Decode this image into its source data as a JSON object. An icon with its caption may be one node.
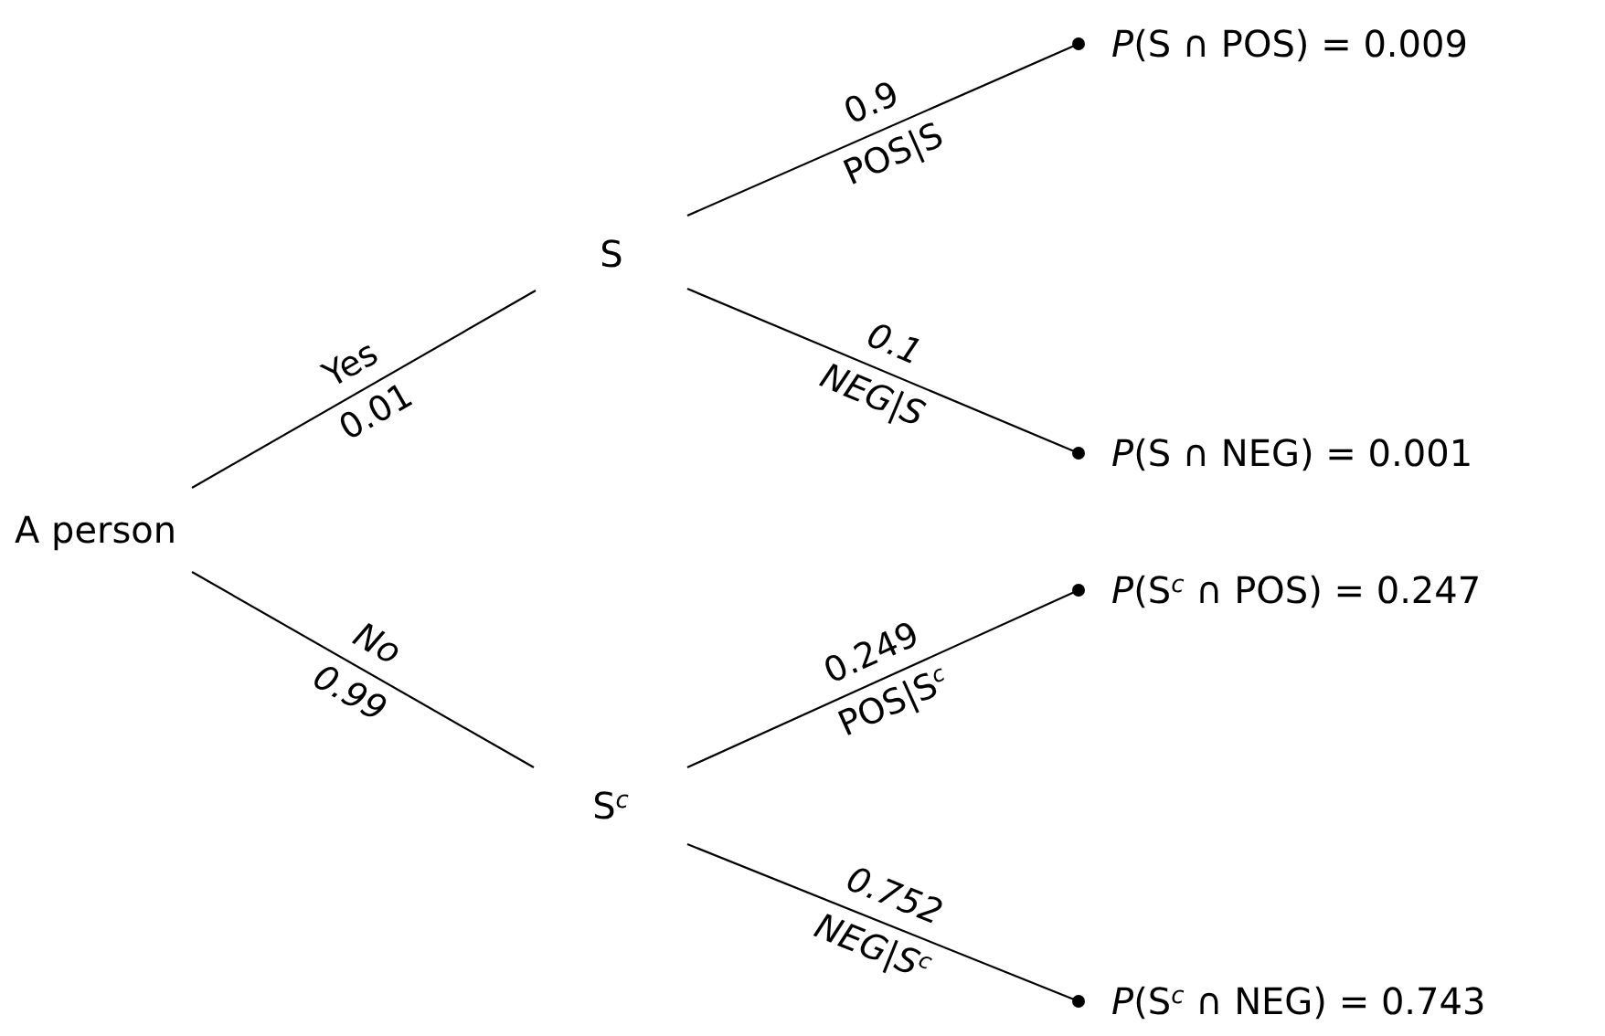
{
  "diagram": {
    "nodes": [
      {
        "text": [
          "A person"
        ]
      },
      {
        "text": [
          "S"
        ]
      },
      {
        "text": [
          "S$^{c}$"
        ]
      },
      {
        "text": [
          "*P*(S ∩ POS) = 0.009"
        ]
      },
      {
        "text": [
          "*P*(S ∩ NEG) = 0.001"
        ]
      },
      {
        "text": [
          "*P*(S$^{c}$ ∩ POS) = 0.247"
        ]
      },
      {
        "text": [
          "*P*(S$^{c}$ ∩ NEG) = 0.743"
        ]
      }
    ],
    "edges": [
      {
        "from": 0,
        "to": 1,
        "arrow": "none",
        "label": "Yes"
      },
      {
        "from": 0,
        "to": 2,
        "arrow": "none",
        "label": "No"
      },
      {
        "from": 1,
        "to": 3,
        "arrow": "other",
        "label": "0.9"
      },
      {
        "from": 1,
        "to": 4,
        "arrow": "other",
        "label": "0.1"
      },
      {
        "from": 2,
        "to": 5,
        "arrow": "other",
        "label": "0.249"
      },
      {
        "from": 2,
        "to": 6,
        "arrow": "other",
        "label": "0.752"
      }
    ],
    "labels": [
      "0.01",
      "0.99",
      "POS|S",
      "NEG|S",
      "POS|S$^{c}$",
      "NEG|S$^{c}$"
    ]
  }
}
